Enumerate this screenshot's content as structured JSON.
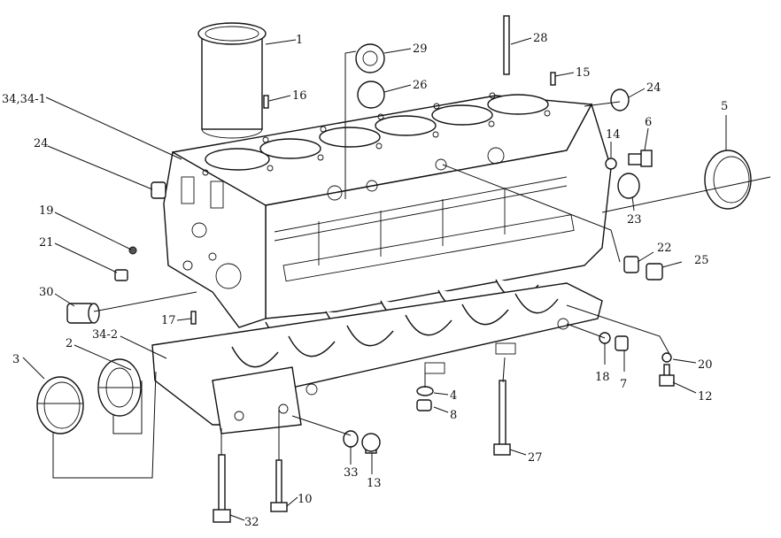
{
  "diagram": {
    "callouts": [
      {
        "id": "c1",
        "text": "1"
      },
      {
        "id": "c16",
        "text": "16"
      },
      {
        "id": "c34",
        "text": "34,34-1"
      },
      {
        "id": "c24a",
        "text": "24"
      },
      {
        "id": "c19",
        "text": "19"
      },
      {
        "id": "c21",
        "text": "21"
      },
      {
        "id": "c30",
        "text": "30"
      },
      {
        "id": "c17",
        "text": "17"
      },
      {
        "id": "c34b",
        "text": "34-2"
      },
      {
        "id": "c2",
        "text": "2"
      },
      {
        "id": "c3",
        "text": "3"
      },
      {
        "id": "c29",
        "text": "29"
      },
      {
        "id": "c26",
        "text": "26"
      },
      {
        "id": "c28",
        "text": "28"
      },
      {
        "id": "c15",
        "text": "15"
      },
      {
        "id": "c24b",
        "text": "24"
      },
      {
        "id": "c5",
        "text": "5"
      },
      {
        "id": "c14",
        "text": "14"
      },
      {
        "id": "c6",
        "text": "6"
      },
      {
        "id": "c23",
        "text": "23"
      },
      {
        "id": "c22",
        "text": "22"
      },
      {
        "id": "c25",
        "text": "25"
      },
      {
        "id": "c18",
        "text": "18"
      },
      {
        "id": "c7",
        "text": "7"
      },
      {
        "id": "c20",
        "text": "20"
      },
      {
        "id": "c12",
        "text": "12"
      },
      {
        "id": "c4",
        "text": "4"
      },
      {
        "id": "c8",
        "text": "8"
      },
      {
        "id": "c27",
        "text": "27"
      },
      {
        "id": "c33",
        "text": "33"
      },
      {
        "id": "c13",
        "text": "13"
      },
      {
        "id": "c10",
        "text": "10"
      },
      {
        "id": "c32",
        "text": "32"
      }
    ]
  }
}
